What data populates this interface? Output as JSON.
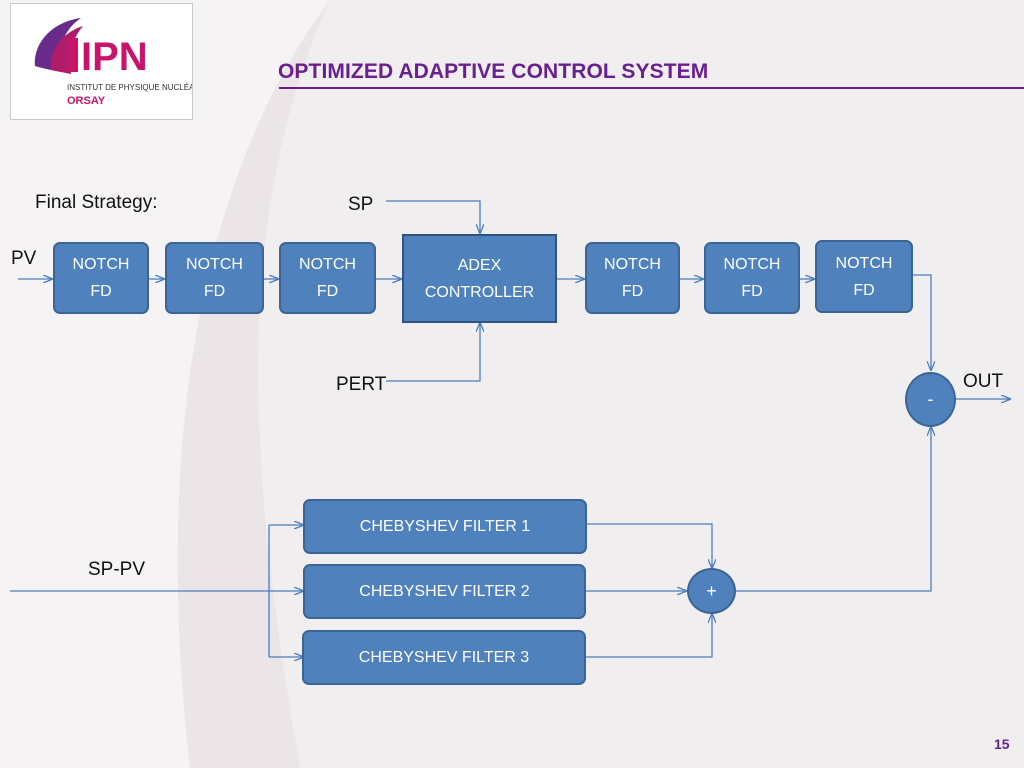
{
  "slide": {
    "title": "OPTIMIZED ADAPTIVE CONTROL SYSTEM",
    "page_number": "15"
  },
  "logo": {
    "name": "IPN",
    "line1": "INSTITUT DE PHYSIQUE NUCLÉAIRE",
    "line2": "ORSAY"
  },
  "labels": {
    "strategy": "Final Strategy:",
    "pv": "PV",
    "sp": "SP",
    "pert": "PERT",
    "out": "OUT",
    "sp_pv": "SP-PV"
  },
  "notch_label": [
    "NOTCH",
    "FD"
  ],
  "adex": [
    "ADEX",
    "CONTROLLER"
  ],
  "chebyshev": {
    "f1": "CHEBYSHEV  FILTER 1",
    "f2": "CHEBYSHEV  FILTER 2",
    "f3": "CHEBYSHEV  FILTER 3"
  },
  "operators": {
    "sub": "-",
    "add": "+"
  },
  "colors": {
    "block_fill": "#4f81bd",
    "block_border": "#3a6594",
    "arrow": "#4a7ebf",
    "title": "#6a1f8f"
  }
}
